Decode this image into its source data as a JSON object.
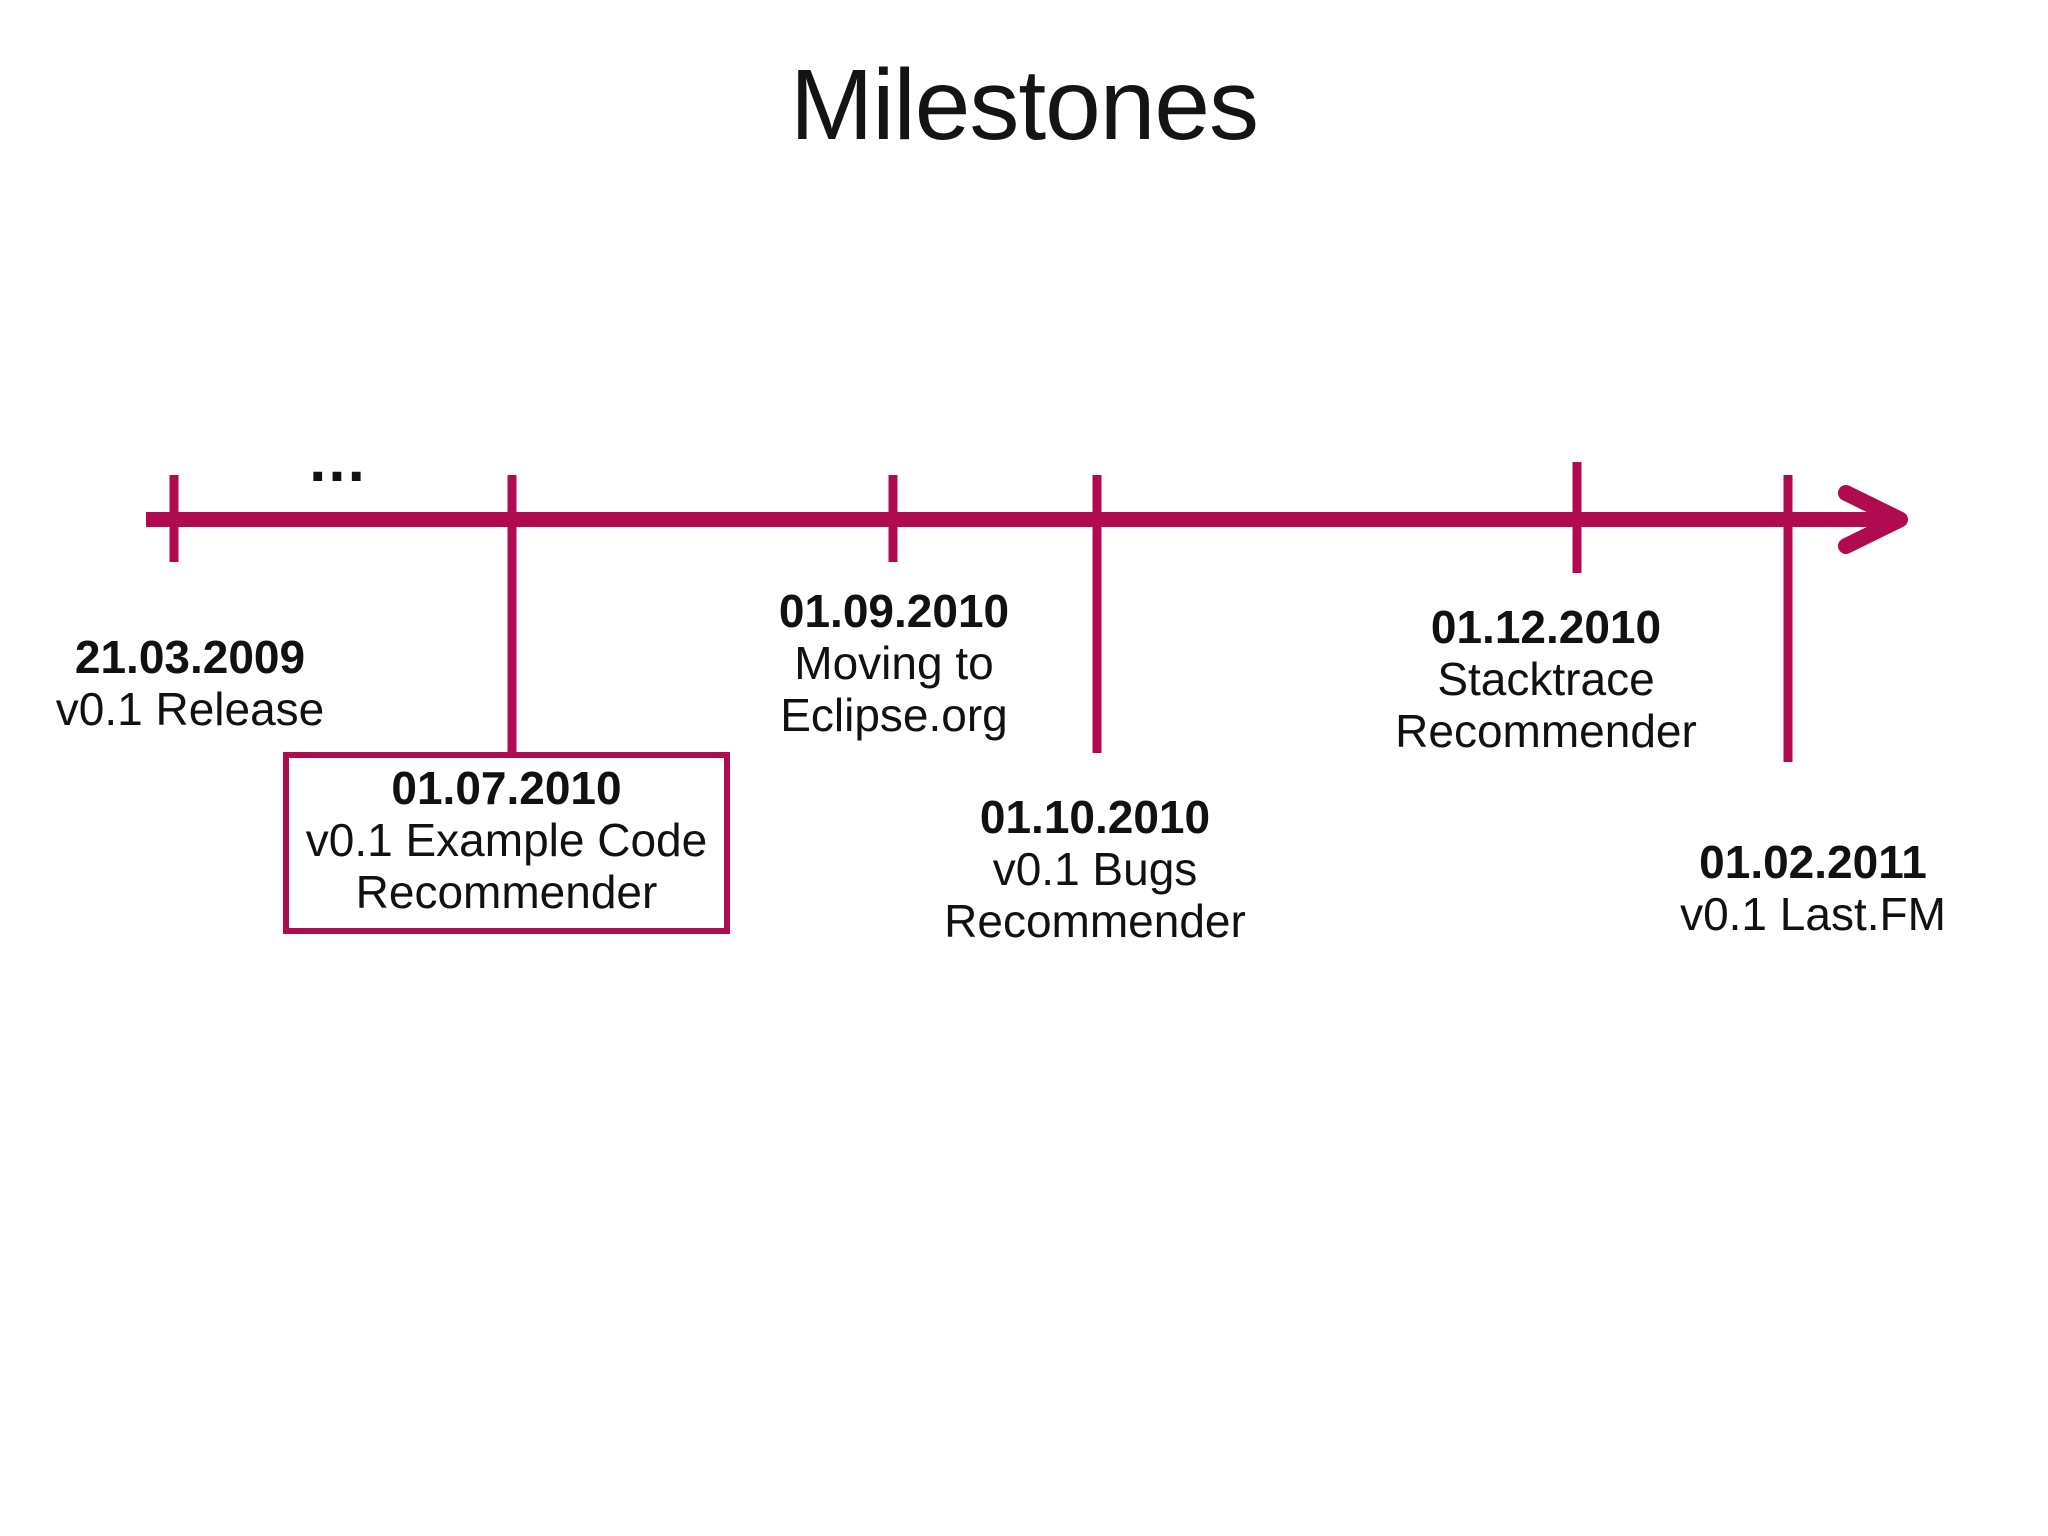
{
  "slide": {
    "title": "Milestones",
    "ellipsis": "..."
  },
  "colors": {
    "accent": "#B00B50",
    "text": "#111111",
    "background": "#FFFFFF"
  },
  "timeline": {
    "type": "timeline",
    "direction": "left-to-right",
    "milestones": [
      {
        "date": "21.03.2009",
        "lines": [
          "v0.1 Release"
        ],
        "style": "plain",
        "position": "below-axis"
      },
      {
        "date": "01.07.2010",
        "lines": [
          "v0.1 Example Code",
          "Recommender"
        ],
        "style": "boxed",
        "position": "below-axis"
      },
      {
        "date": "01.09.2010",
        "lines": [
          "Moving to",
          "Eclipse.org"
        ],
        "style": "plain",
        "position": "below-axis"
      },
      {
        "date": "01.10.2010",
        "lines": [
          "v0.1 Bugs",
          "Recommender"
        ],
        "style": "plain",
        "position": "below-axis"
      },
      {
        "date": "01.12.2010",
        "lines": [
          "Stacktrace",
          "Recommender"
        ],
        "style": "plain",
        "position": "below-axis"
      },
      {
        "date": "01.02.2011",
        "lines": [
          "v0.1 Last.FM"
        ],
        "style": "plain",
        "position": "below-axis"
      }
    ]
  }
}
